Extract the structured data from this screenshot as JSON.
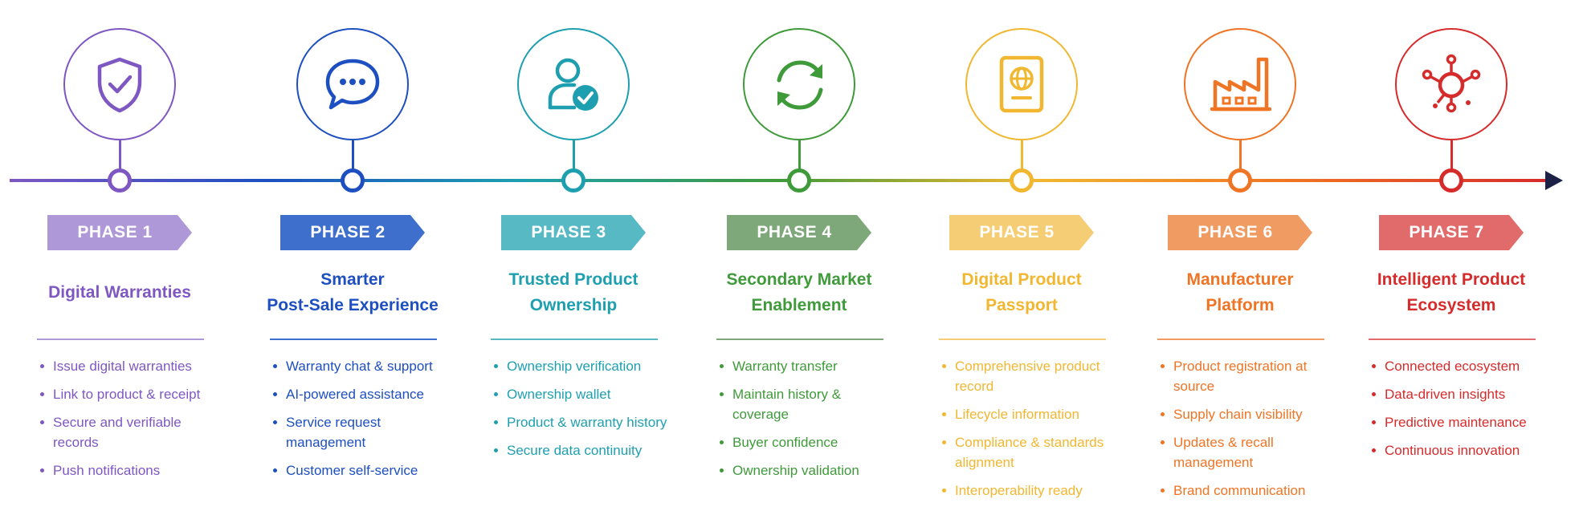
{
  "colors": {
    "line_gradient": [
      "#7e57c2",
      "#1e4fc0",
      "#1e9fb0",
      "#3f9a3a",
      "#f1b731",
      "#ef7424",
      "#d62b2b"
    ],
    "arrow": "#1b2245"
  },
  "phases": [
    {
      "badge": "PHASE 1",
      "title_lines": [
        "Digital Warranties"
      ],
      "icon": "shield-check-icon",
      "color": "#7e57c2",
      "badge_color": "#ae98d8",
      "bullets": [
        "Issue digital warranties",
        "Link to product & receipt",
        "Secure and verifiable records",
        "Push notifications"
      ]
    },
    {
      "badge": "PHASE 2",
      "title_lines": [
        "Smarter",
        "Post-Sale Experience"
      ],
      "icon": "chat-bubble-icon",
      "color": "#1e4fc0",
      "badge_color": "#3f6fcd",
      "bullets": [
        "Warranty chat & support",
        "AI-powered assistance",
        "Service request management",
        "Customer self-service"
      ]
    },
    {
      "badge": "PHASE 3",
      "title_lines": [
        "Trusted Product",
        "Ownership"
      ],
      "icon": "user-check-icon",
      "color": "#1e9fb0",
      "badge_color": "#57b9c4",
      "bullets": [
        "Ownership verification",
        "Ownership wallet",
        "Product & warranty history",
        "Secure data continuity"
      ]
    },
    {
      "badge": "PHASE 4",
      "title_lines": [
        "Secondary Market",
        "Enablement"
      ],
      "icon": "refresh-cycle-icon",
      "color": "#3f9a3a",
      "badge_color": "#7fa87a",
      "bullets": [
        "Warranty transfer",
        "Maintain history & coverage",
        "Buyer confidence",
        "Ownership validation"
      ]
    },
    {
      "badge": "PHASE 5",
      "title_lines": [
        "Digital Product",
        "Passport"
      ],
      "icon": "passport-icon",
      "color": "#f1b731",
      "badge_color": "#f5cd74",
      "bullets": [
        "Comprehensive product record",
        "Lifecycle information",
        "Compliance & standards alignment",
        "Interoperability ready"
      ]
    },
    {
      "badge": "PHASE 6",
      "title_lines": [
        "Manufacturer",
        "Platform"
      ],
      "icon": "factory-icon",
      "color": "#ef7424",
      "badge_color": "#f09b62",
      "bullets": [
        "Product registration at source",
        "Supply chain visibility",
        "Updates & recall management",
        "Brand communication"
      ]
    },
    {
      "badge": "PHASE 7",
      "title_lines": [
        "Intelligent Product",
        "Ecosystem"
      ],
      "icon": "network-hub-icon",
      "color": "#d62b2b",
      "badge_color": "#e16a6a",
      "bullets": [
        "Connected ecosystem",
        "Data-driven insights",
        "Predictive maintenance",
        "Continuous innovation"
      ]
    }
  ]
}
